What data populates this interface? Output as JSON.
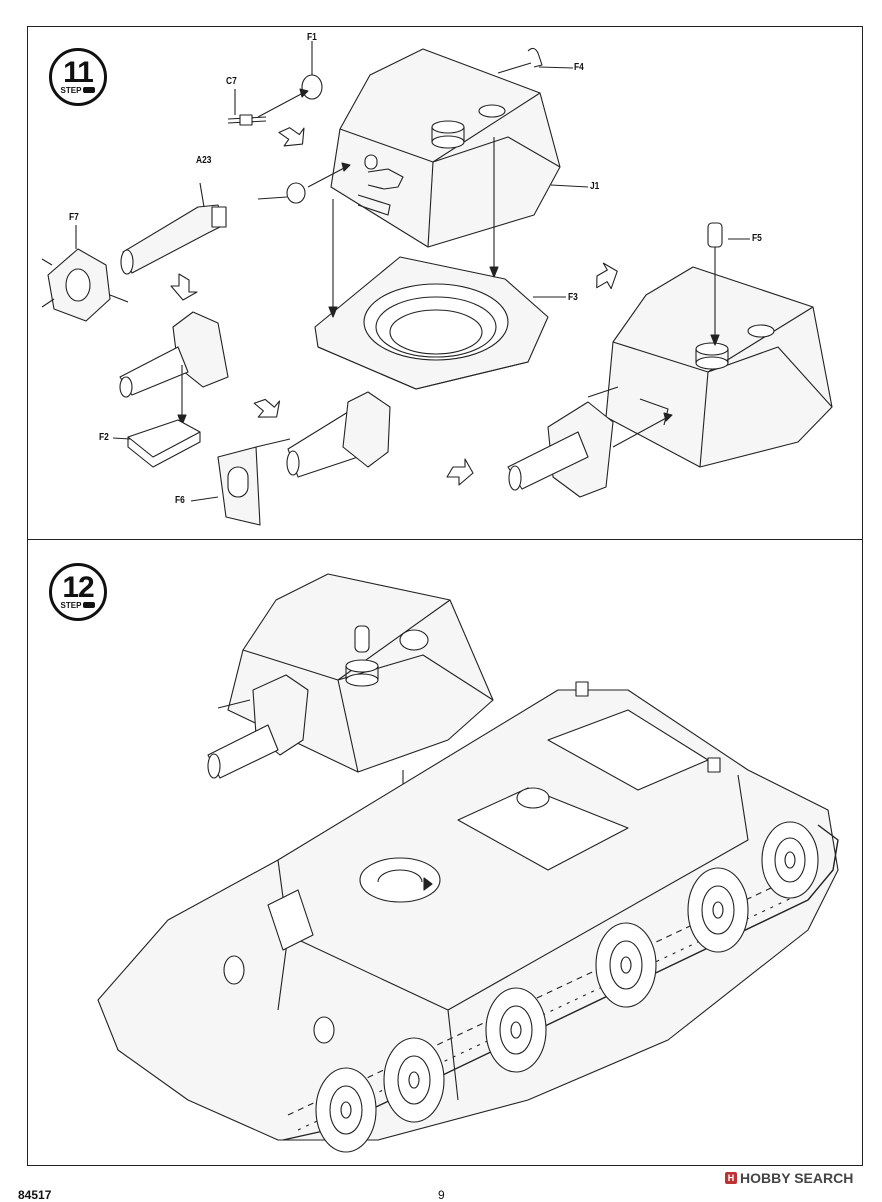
{
  "step11": {
    "number": "11",
    "word": "STEP"
  },
  "step12": {
    "number": "12",
    "word": "STEP"
  },
  "labels": {
    "F1": "F1",
    "C7": "C7",
    "F4": "F4",
    "A23": "A23",
    "J1": "J1",
    "F7": "F7",
    "F5": "F5",
    "F3": "F3",
    "F2": "F2",
    "F6": "F6"
  },
  "footer": {
    "code": "84517",
    "page": "9"
  },
  "watermark": {
    "logo": "H",
    "text": "HOBBY SEARCH"
  }
}
